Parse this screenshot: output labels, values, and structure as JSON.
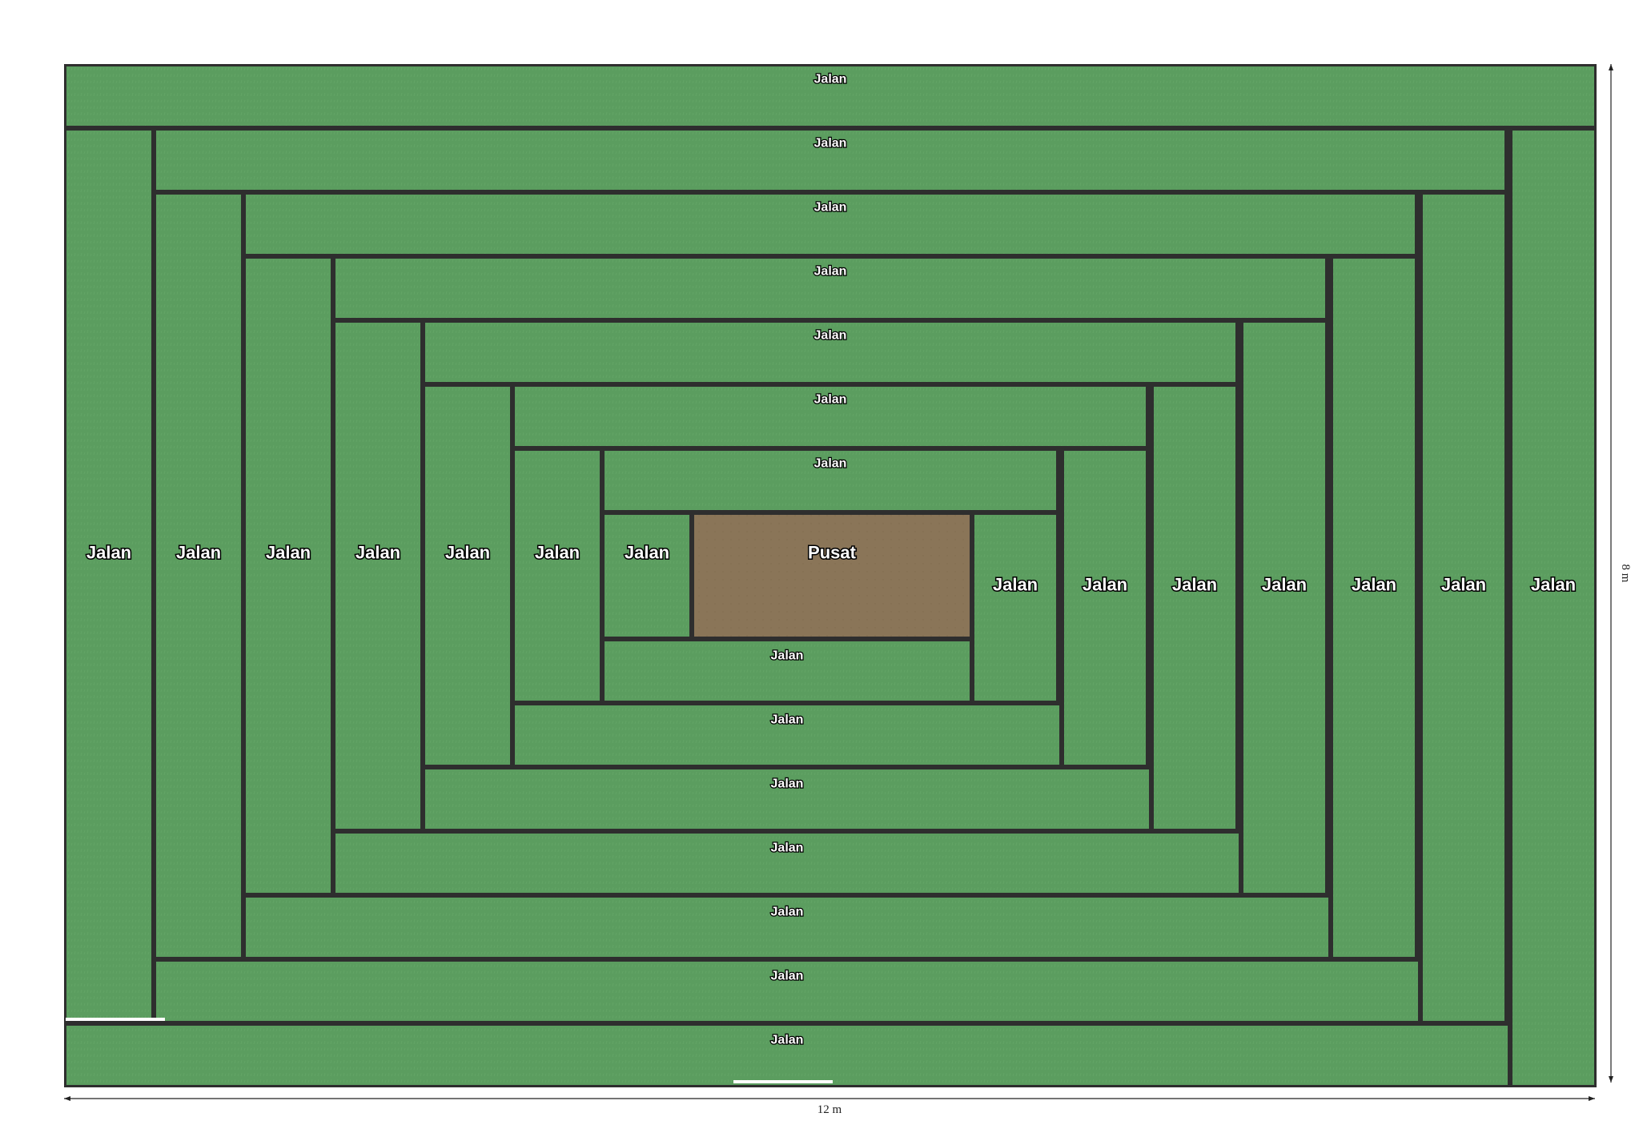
{
  "diagram": {
    "type": "floor-plan",
    "colors": {
      "path_fill": "#5b9d5f",
      "center_fill": "#8a7558",
      "wall": "#2e2e2e",
      "door": "#ffffff",
      "dimension": "#222222"
    },
    "rooms": [
      {
        "id": "path-top-1",
        "label": "Jalan",
        "kind": "path"
      },
      {
        "id": "path-top-2",
        "label": "Jalan",
        "kind": "path"
      },
      {
        "id": "path-top-3",
        "label": "Jalan",
        "kind": "path"
      },
      {
        "id": "path-top-4",
        "label": "Jalan",
        "kind": "path"
      },
      {
        "id": "path-top-5",
        "label": "Jalan",
        "kind": "path"
      },
      {
        "id": "path-top-6",
        "label": "Jalan",
        "kind": "path"
      },
      {
        "id": "path-top-7",
        "label": "Jalan",
        "kind": "path"
      },
      {
        "id": "path-left-1",
        "label": "Jalan",
        "kind": "path"
      },
      {
        "id": "path-left-2",
        "label": "Jalan",
        "kind": "path"
      },
      {
        "id": "path-left-3",
        "label": "Jalan",
        "kind": "path"
      },
      {
        "id": "path-left-4",
        "label": "Jalan",
        "kind": "path"
      },
      {
        "id": "path-left-5",
        "label": "Jalan",
        "kind": "path"
      },
      {
        "id": "path-left-6",
        "label": "Jalan",
        "kind": "path"
      },
      {
        "id": "path-left-7",
        "label": "Jalan",
        "kind": "path"
      },
      {
        "id": "center",
        "label": "Pusat",
        "kind": "center"
      },
      {
        "id": "path-right-1",
        "label": "Jalan",
        "kind": "path"
      },
      {
        "id": "path-right-2",
        "label": "Jalan",
        "kind": "path"
      },
      {
        "id": "path-right-3",
        "label": "Jalan",
        "kind": "path"
      },
      {
        "id": "path-right-4",
        "label": "Jalan",
        "kind": "path"
      },
      {
        "id": "path-right-5",
        "label": "Jalan",
        "kind": "path"
      },
      {
        "id": "path-right-6",
        "label": "Jalan",
        "kind": "path"
      },
      {
        "id": "path-right-7",
        "label": "Jalan",
        "kind": "path"
      },
      {
        "id": "path-bottom-1",
        "label": "Jalan",
        "kind": "path"
      },
      {
        "id": "path-bottom-2",
        "label": "Jalan",
        "kind": "path"
      },
      {
        "id": "path-bottom-3",
        "label": "Jalan",
        "kind": "path"
      },
      {
        "id": "path-bottom-4",
        "label": "Jalan",
        "kind": "path"
      },
      {
        "id": "path-bottom-5",
        "label": "Jalan",
        "kind": "path"
      },
      {
        "id": "path-bottom-6",
        "label": "Jalan",
        "kind": "path"
      },
      {
        "id": "path-bottom-7",
        "label": "Jalan",
        "kind": "path"
      }
    ],
    "dimensions": {
      "width_label": "12 m",
      "height_label": "8 m"
    }
  }
}
